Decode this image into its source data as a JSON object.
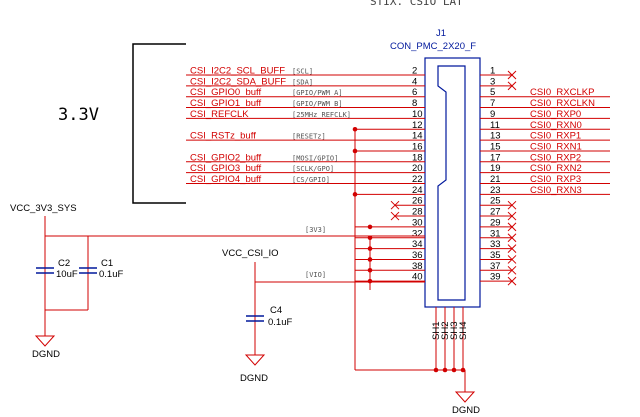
{
  "header_partial": "STIX. CSIO LAT",
  "connector": {
    "ref": "J1",
    "part": "CON_PMC_2X20_F"
  },
  "voltage_label": "3.3V",
  "left_nets": [
    {
      "name": "CSI_I2C2_SCL_BUFF",
      "tag": "[SCL]",
      "pin": "2"
    },
    {
      "name": "CSI_I2C2_SDA_BUFF",
      "tag": "[SDA]",
      "pin": "4"
    },
    {
      "name": "CSI_GPIO0_buff",
      "tag": "[GPIO/PWM_A]",
      "pin": "6"
    },
    {
      "name": "CSI_GPIO1_buff",
      "tag": "[GPIO/PWM_B]",
      "pin": "8"
    },
    {
      "name": "CSI_REFCLK",
      "tag": "[25MHz_REFCLK]",
      "pin": "10"
    },
    {
      "name": "",
      "tag": "",
      "pin": "12"
    },
    {
      "name": "CSI_RSTz_buff",
      "tag": "[RESETz]",
      "pin": "14"
    },
    {
      "name": "",
      "tag": "",
      "pin": "16"
    },
    {
      "name": "CSI_GPIO2_buff",
      "tag": "[MOSI/GPIO]",
      "pin": "18"
    },
    {
      "name": "CSI_GPIO3_buff",
      "tag": "[SCLK/GPO]",
      "pin": "20"
    },
    {
      "name": "CSI_GPIO4_buff",
      "tag": "[CS/GPIO]",
      "pin": "22"
    },
    {
      "name": "",
      "tag": "",
      "pin": "24"
    },
    {
      "name": "",
      "tag": "",
      "pin": "26"
    },
    {
      "name": "",
      "tag": "",
      "pin": "28"
    },
    {
      "name": "",
      "tag": "",
      "pin": "30"
    },
    {
      "name": "",
      "tag": "",
      "pin": "32"
    },
    {
      "name": "",
      "tag": "",
      "pin": "34"
    },
    {
      "name": "",
      "tag": "",
      "pin": "36"
    },
    {
      "name": "",
      "tag": "",
      "pin": "38"
    },
    {
      "name": "",
      "tag": "",
      "pin": "40"
    }
  ],
  "right_nets": [
    {
      "pin": "1",
      "name": ""
    },
    {
      "pin": "3",
      "name": ""
    },
    {
      "pin": "5",
      "name": "CSI0_RXCLKP"
    },
    {
      "pin": "7",
      "name": "CSI0_RXCLKN"
    },
    {
      "pin": "9",
      "name": "CSI0_RXP0"
    },
    {
      "pin": "11",
      "name": "CSI0_RXN0"
    },
    {
      "pin": "13",
      "name": "CSI0_RXP1"
    },
    {
      "pin": "15",
      "name": "CSI0_RXN1"
    },
    {
      "pin": "17",
      "name": "CSI0_RXP2"
    },
    {
      "pin": "19",
      "name": "CSI0_RXN2"
    },
    {
      "pin": "21",
      "name": "CSI0_RXP3"
    },
    {
      "pin": "23",
      "name": "CSI0_RXN3"
    },
    {
      "pin": "25",
      "name": ""
    },
    {
      "pin": "27",
      "name": ""
    },
    {
      "pin": "29",
      "name": ""
    },
    {
      "pin": "31",
      "name": ""
    },
    {
      "pin": "33",
      "name": ""
    },
    {
      "pin": "35",
      "name": ""
    },
    {
      "pin": "37",
      "name": ""
    },
    {
      "pin": "39",
      "name": ""
    }
  ],
  "rail_tags": {
    "v3v3": "[3V3]",
    "vio": "[VIO]"
  },
  "power_nets": {
    "sys": "VCC_3V3_SYS",
    "csi_io": "VCC_CSI_IO"
  },
  "caps": [
    {
      "ref": "C2",
      "value": "10uF"
    },
    {
      "ref": "C1",
      "value": "0.1uF"
    },
    {
      "ref": "C4",
      "value": "0.1uF"
    }
  ],
  "shields": [
    "SH1",
    "SH2",
    "SH3",
    "SH4"
  ],
  "ground": "DGND"
}
